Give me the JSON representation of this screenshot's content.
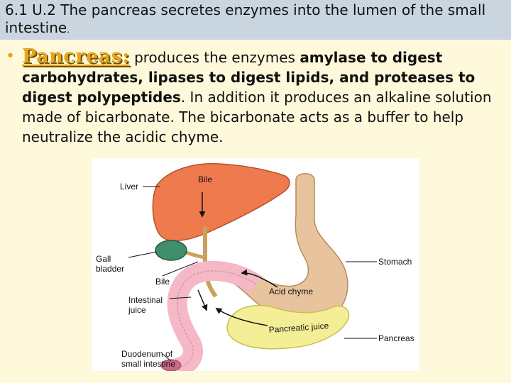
{
  "slide": {
    "title": "6.1 U.2 The pancreas secretes enzymes into the lumen of the small intestine",
    "title_end": ".",
    "term": "Pancreas:",
    "text_1": " produces the enzymes ",
    "bold_1": "amylase to digest carbohydrates, lipases to digest lipids, and proteases to digest polypeptides",
    "text_2": ". In addition it produces an alkaline solution made of bicarbonate. The bicarbonate acts as a buffer to help neutralize the acidic chyme."
  },
  "figure": {
    "labels": {
      "liver": "Liver",
      "bile_top": "Bile",
      "gall_1": "Gall",
      "gall_2": "bladder",
      "bile_bottom": "Bile",
      "juice_1": "Intestinal",
      "juice_2": "juice",
      "duo_1": "Duodenum of",
      "duo_2": "small intestine",
      "stomach": "Stomach",
      "acid": "Acid chyme",
      "pjuice": "Pancreatic juice",
      "pancreas": "Pancreas"
    },
    "colors": {
      "liver": "#ef7a4e",
      "gallbladder": "#3f8f6a",
      "stomach": "#e8c49e",
      "duodenum": "#f5b8c6",
      "pancreas": "#f4ef96",
      "duct": "#c9a15a"
    }
  }
}
